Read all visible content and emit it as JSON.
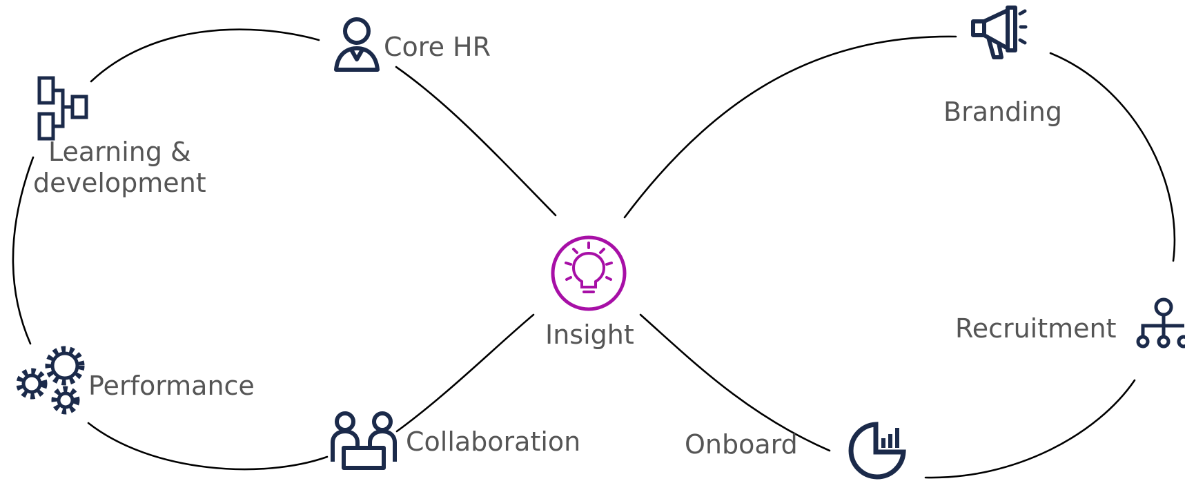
{
  "colors": {
    "line": "#000000",
    "icon": "#1b2a4a",
    "accent": "#a70fa6",
    "label": "#555555"
  },
  "nodes": [
    {
      "key": "core_hr",
      "label": "Core HR",
      "icon": "person-badge-icon"
    },
    {
      "key": "learning",
      "label_lines": [
        "Learning &",
        "development"
      ],
      "icon": "org-chart-icon"
    },
    {
      "key": "performance",
      "label": "Performance",
      "icon": "gears-icon"
    },
    {
      "key": "collaboration",
      "label": "Collaboration",
      "icon": "two-people-desk-icon"
    },
    {
      "key": "insight",
      "label": "Insight",
      "icon": "lightbulb-icon"
    },
    {
      "key": "onboard",
      "label": "Onboard",
      "icon": "pie-chart-icon"
    },
    {
      "key": "recruitment",
      "label": "Recruitment",
      "icon": "hierarchy-icon"
    },
    {
      "key": "branding",
      "label": "Branding",
      "icon": "megaphone-icon"
    }
  ]
}
